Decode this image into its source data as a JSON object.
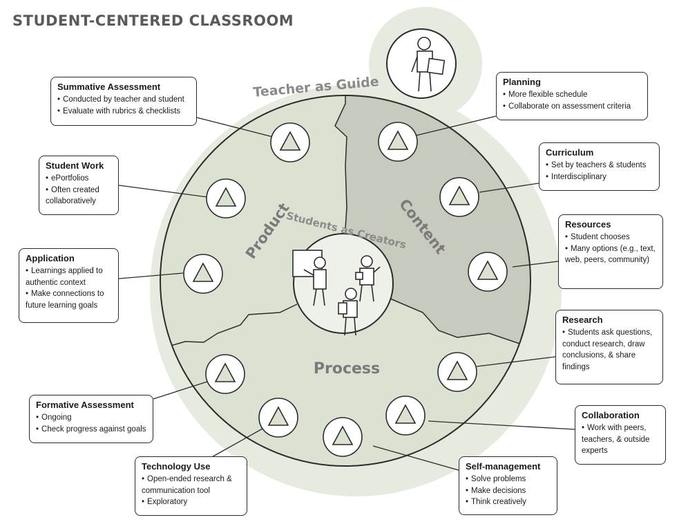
{
  "title": "STUDENT-CENTERED CLASSROOM",
  "ring_label": "Teacher as Guide",
  "inner_label": "Students as Creators",
  "sections": {
    "product": "Product",
    "content": "Content",
    "process": "Process"
  },
  "colors": {
    "outer_halo": "#e6ebdf",
    "main_fill": "#dce2d2",
    "content_fill": "#c7cbbe",
    "inner_fill": "#eef1e9",
    "stroke": "#2b2b2b",
    "label_gray": "#7a7a7a",
    "title_gray": "#5a5a5a"
  },
  "boxes": {
    "summative": {
      "heading": "Summative Assessment",
      "items": [
        "Conducted by teacher and student",
        "Evaluate with rubrics & checklists"
      ]
    },
    "student_work": {
      "heading": "Student Work",
      "items": [
        "ePortfolios",
        "Often created collaboratively"
      ]
    },
    "application": {
      "heading": "Application",
      "items": [
        "Learnings applied to authentic context",
        "Make connections to future learning goals"
      ]
    },
    "formative": {
      "heading": "Formative Assessment",
      "items": [
        "Ongoing",
        "Check progress against goals"
      ]
    },
    "technology": {
      "heading": "Technology Use",
      "items": [
        "Open-ended research & communication tool",
        "Exploratory"
      ]
    },
    "self_management": {
      "heading": "Self-management",
      "items": [
        "Solve problems",
        "Make decisions",
        "Think creatively"
      ]
    },
    "collaboration": {
      "heading": "Collaboration",
      "items": [
        "Work with peers, teachers, & outside experts"
      ]
    },
    "research": {
      "heading": "Research",
      "items": [
        "Students ask questions, conduct research, draw conclusions, & share findings"
      ]
    },
    "resources": {
      "heading": "Resources",
      "items": [
        "Student chooses",
        "Many options (e.g., text, web, peers, community)"
      ]
    },
    "curriculum": {
      "heading": "Curriculum",
      "items": [
        "Set by teachers & students",
        "Interdisciplinary"
      ]
    },
    "planning": {
      "heading": "Planning",
      "items": [
        "More flexible schedule",
        "Collaborate on assessment criteria"
      ]
    }
  },
  "icons": {
    "node": "triangle-in-circle-icon",
    "teacher": "teacher-figure-icon",
    "students": "student-figures-icon"
  }
}
